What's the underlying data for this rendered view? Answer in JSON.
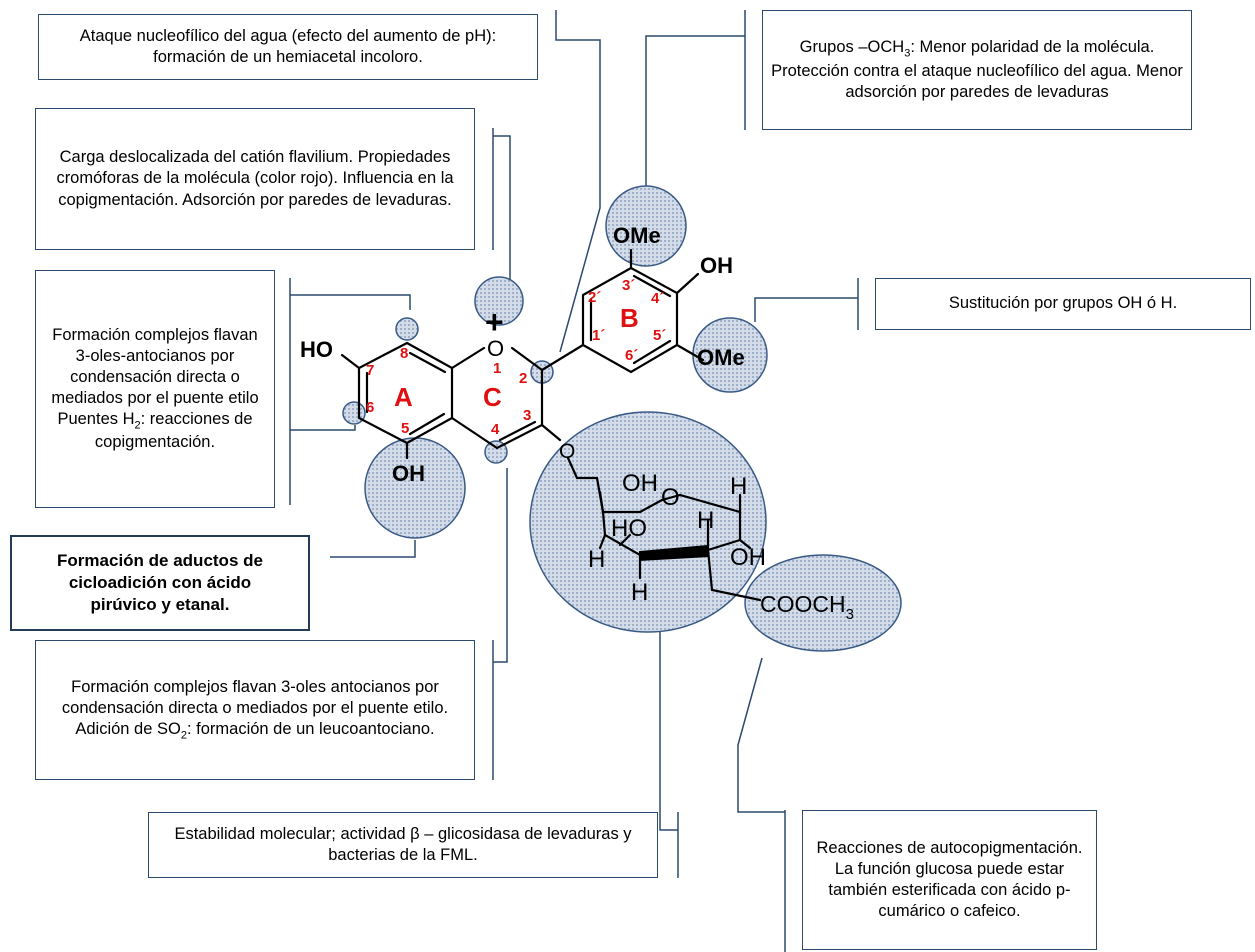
{
  "annotations": {
    "water_attack": "Ataque nucleofílico del agua (efecto del  aumento de pH): formación de un hemiacetal incoloro.",
    "och3_prefix": "Grupos –OCH",
    "och3_sub": "3",
    "och3_rest": ": Menor polaridad de la molécula. Protección contra el ataque nucleofílico del agua. Menor adsorción por paredes de levaduras",
    "flavilium": "Carga deslocalizada del catión flavilium. Propiedades cromóforas de la molécula (color rojo). Influencia en la copigmentación. Adsorción por paredes de levaduras.",
    "substitution": "Sustitución por grupos OH ó H.",
    "complexes_prefix": "Formación complejos flavan 3-oles-antocianos por condensación directa o mediados por el puente etilo Puentes H",
    "complexes_sub": "2",
    "complexes_rest": ": reacciones de copigmentación.",
    "adducts": "Formación de aductos de cicloadición con ácido pirúvico y etanal.",
    "c4_prefix": "Formación complejos flavan 3-oles antocianos por condensación directa o mediados por el puente etilo. Adición de SO",
    "c4_sub": "2",
    "c4_rest": ": formación de un leucoantociano.",
    "stability": "Estabilidad molecular; actividad β – glicosidasa de levaduras y bacterias de la FML.",
    "autocopig": "Reacciones de autocopigmentación. La función glucosa puede estar también esterificada con ácido p-cumárico o cafeico."
  },
  "molecule": {
    "rings": {
      "a": "A",
      "b": "B",
      "c": "C"
    },
    "positions": {
      "p1": "1",
      "p2": "2",
      "p3": "3",
      "p4": "4",
      "p5": "5",
      "p6": "6",
      "p7": "7",
      "p8": "8",
      "p1p": "1´",
      "p2p": "2´",
      "p3p": "3´",
      "p4p": "4´",
      "p5p": "5´",
      "p6p": "6´"
    },
    "groups": {
      "ho7": "HO",
      "oh5": "OH",
      "ome3": "OMe",
      "oh4": "OH",
      "ome5": "OMe",
      "plus": "+",
      "o1": "O",
      "o3": "O"
    },
    "sugar": {
      "o_link": "O",
      "oh_top": "OH",
      "o_ring": "O",
      "h_right": "H",
      "ho_mid": "HO",
      "h_mid": "H",
      "h_left": "H",
      "oh_right": "OH",
      "h_bottom": "H",
      "ester": "COOCH",
      "ester_sub": "3"
    }
  },
  "colors": {
    "box_border": "#2c4a6e",
    "leader": "#2c4a6e",
    "position_number": "#e01010",
    "ring_letter": "#e01010",
    "highlight_fill": "#c8d4e4",
    "highlight_stroke": "#3a5a85"
  }
}
